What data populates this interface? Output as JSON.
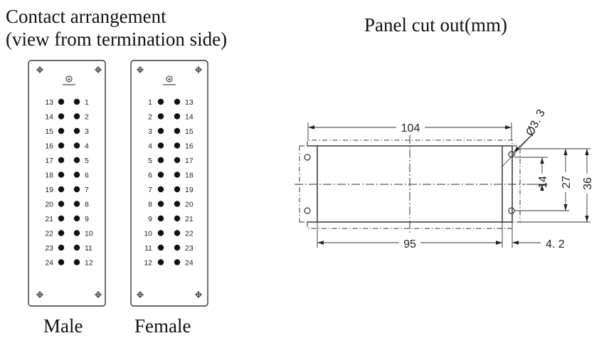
{
  "titles": {
    "contact_line1": "Contact arrangement",
    "contact_line2": "(view from termination side)",
    "panel": "Panel cut out(mm)"
  },
  "captions": {
    "male": "Male",
    "female": "Female"
  },
  "icons": {
    "mount_hole": "mount-hole-icon",
    "ground": "ground-symbol-icon"
  },
  "male": {
    "left_column": [
      "13",
      "14",
      "15",
      "16",
      "17",
      "18",
      "19",
      "20",
      "21",
      "22",
      "23",
      "24"
    ],
    "right_column": [
      "1",
      "2",
      "3",
      "4",
      "5",
      "6",
      "7",
      "8",
      "9",
      "10",
      "11",
      "12"
    ]
  },
  "female": {
    "left_column": [
      "1",
      "2",
      "3",
      "4",
      "5",
      "6",
      "7",
      "8",
      "9",
      "10",
      "11",
      "12"
    ],
    "right_column": [
      "13",
      "14",
      "15",
      "16",
      "17",
      "18",
      "19",
      "20",
      "21",
      "22",
      "23",
      "24"
    ]
  },
  "dimensions": {
    "width_outer": "104",
    "width_inner": "95",
    "edge": "4. 2",
    "hole": "Ø3. 3",
    "h14": "14",
    "h27": "27",
    "h36": "36"
  }
}
